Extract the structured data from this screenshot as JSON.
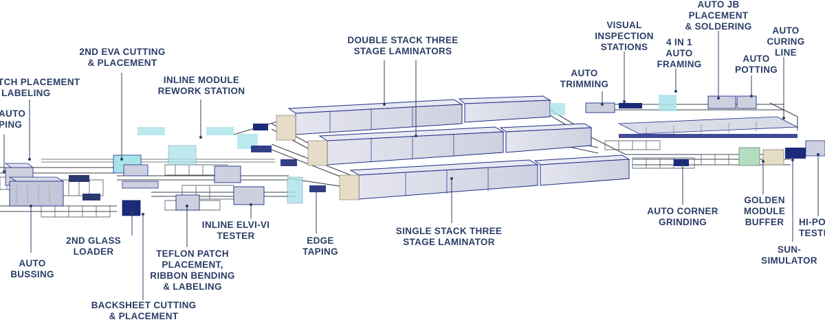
{
  "colors": {
    "label": "#2b3d67",
    "leader": "#2b3d67",
    "machine_top": "#d9dae8",
    "machine_side": "#c4c6d8",
    "machine_edge": "#1f2c86",
    "conveyor": "#3b3f4a",
    "glass": "#a9e3ea",
    "wood": "#e6ddc8"
  },
  "labels": [
    {
      "id": "patch-placement-labeling",
      "lines": [
        "ATCH PLACEMENT",
        "& LABELING"
      ]
    },
    {
      "id": "auto-taping",
      "lines": [
        "AUTO",
        "PING"
      ]
    },
    {
      "id": "2nd-eva-cutting",
      "lines": [
        "2ND EVA CUTTING",
        "& PLACEMENT"
      ]
    },
    {
      "id": "inline-module-rework",
      "lines": [
        "INLINE MODULE",
        "REWORK STATION"
      ]
    },
    {
      "id": "double-stack-laminators",
      "lines": [
        "DOUBLE STACK THREE",
        "STAGE LAMINATORS"
      ]
    },
    {
      "id": "auto-trimming",
      "lines": [
        "AUTO",
        "TRIMMING"
      ]
    },
    {
      "id": "visual-inspection",
      "lines": [
        "VISUAL",
        "INSPECTION",
        "STATIONS"
      ]
    },
    {
      "id": "4in1-auto-framing",
      "lines": [
        "4 IN 1",
        "AUTO",
        "FRAMING"
      ]
    },
    {
      "id": "auto-jb-placement",
      "lines": [
        "AUTO JB",
        "PLACEMENT",
        "& SOLDERING"
      ]
    },
    {
      "id": "auto-potting",
      "lines": [
        "AUTO",
        "POTTING"
      ]
    },
    {
      "id": "auto-curing-line",
      "lines": [
        "AUTO",
        "CURING",
        "LINE"
      ]
    },
    {
      "id": "auto-bussing",
      "lines": [
        "AUTO",
        "BUSSING"
      ]
    },
    {
      "id": "2nd-glass-loader",
      "lines": [
        "2ND GLASS",
        "LOADER"
      ]
    },
    {
      "id": "backsheet-cutting",
      "lines": [
        "BACKSHEET CUTTING",
        "& PLACEMENT"
      ]
    },
    {
      "id": "teflon-patch",
      "lines": [
        "TEFLON PATCH",
        "PLACEMENT,",
        "RIBBON BENDING",
        "& LABELING"
      ]
    },
    {
      "id": "inline-elvi-tester",
      "lines": [
        "INLINE ELVI-VI",
        "TESTER"
      ]
    },
    {
      "id": "edge-taping",
      "lines": [
        "EDGE",
        "TAPING"
      ]
    },
    {
      "id": "single-stack-laminator",
      "lines": [
        "SINGLE STACK THREE",
        "STAGE LAMINATOR"
      ]
    },
    {
      "id": "auto-corner-grinding",
      "lines": [
        "AUTO CORNER",
        "GRINDING"
      ]
    },
    {
      "id": "golden-module-buffer",
      "lines": [
        "GOLDEN",
        "MODULE",
        "BUFFER"
      ]
    },
    {
      "id": "sun-simulator",
      "lines": [
        "SUN-",
        "SIMULATOR"
      ]
    },
    {
      "id": "hi-pot-testing",
      "lines": [
        "HI-PO",
        "TESTI"
      ]
    }
  ]
}
